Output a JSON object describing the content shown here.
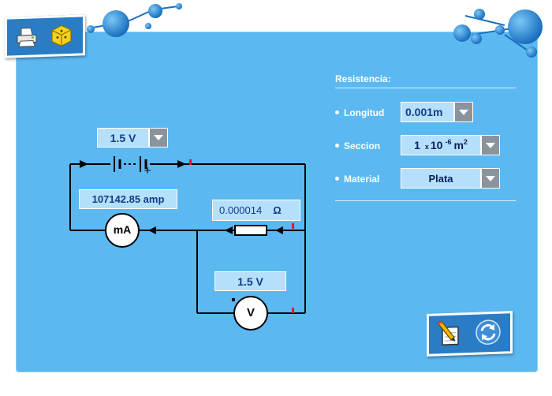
{
  "circuit": {
    "battery_voltage": "1.5 V",
    "current_reading": "107142.85 amp",
    "resistance_value": "0.000014",
    "resistance_unit": "Ω",
    "voltmeter_reading": "1.5 V",
    "ammeter_label": "mA",
    "voltmeter_label": "V",
    "battery_plus": "+"
  },
  "resistencia": {
    "title": "Resistencia:",
    "longitud": {
      "label": "Longitud",
      "value": "0.001m"
    },
    "seccion": {
      "label": "Seccion",
      "coef": "1",
      "times": "x",
      "base": "10",
      "exp": "-6",
      "unit": "m",
      "unit_exp": "2"
    },
    "material": {
      "label": "Material",
      "value": "Plata"
    }
  },
  "icons": {
    "top_left": [
      "printer-icon",
      "cube-icon"
    ],
    "bottom_right": [
      "notepad-pencil-icon",
      "refresh-icon"
    ]
  },
  "colors": {
    "panel": "#5cb8f0",
    "field_bg": "#b5e0fb",
    "field_text": "#123a8c",
    "toolbox": "#2a7dc4",
    "dropdown": "#8a949c"
  }
}
